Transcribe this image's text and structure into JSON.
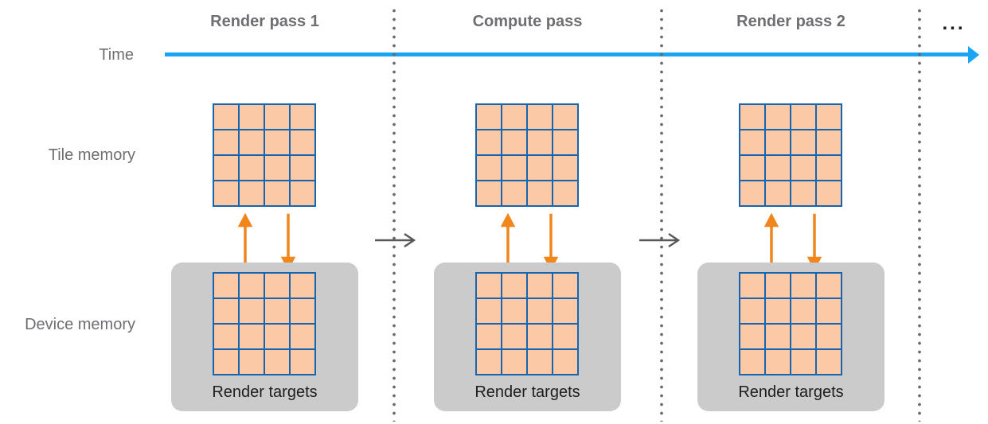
{
  "diagram": {
    "timeline_label": "Time",
    "row_labels": {
      "tile": "Tile memory",
      "device": "Device memory"
    },
    "ellipsis": "...",
    "passes": [
      {
        "title": "Render pass 1",
        "device_box_label": "Render targets"
      },
      {
        "title": "Compute pass",
        "device_box_label": "Render targets"
      },
      {
        "title": "Render pass 2",
        "device_box_label": "Render targets"
      }
    ],
    "grid": {
      "rows": 4,
      "cols": 4
    },
    "colors": {
      "timeline": "#18A5F6",
      "tile_fill": "#FCC9A6",
      "tile_border": "#1565B1",
      "arrow_orange": "#F1861D",
      "device_box": "#CBCBCB",
      "header_text": "#6E6E73",
      "label_text": "#6E6E73",
      "dark_text": "#1D1D1F",
      "flow_arrow": "#58585B",
      "separator_dot": "#6A6A6A"
    }
  }
}
